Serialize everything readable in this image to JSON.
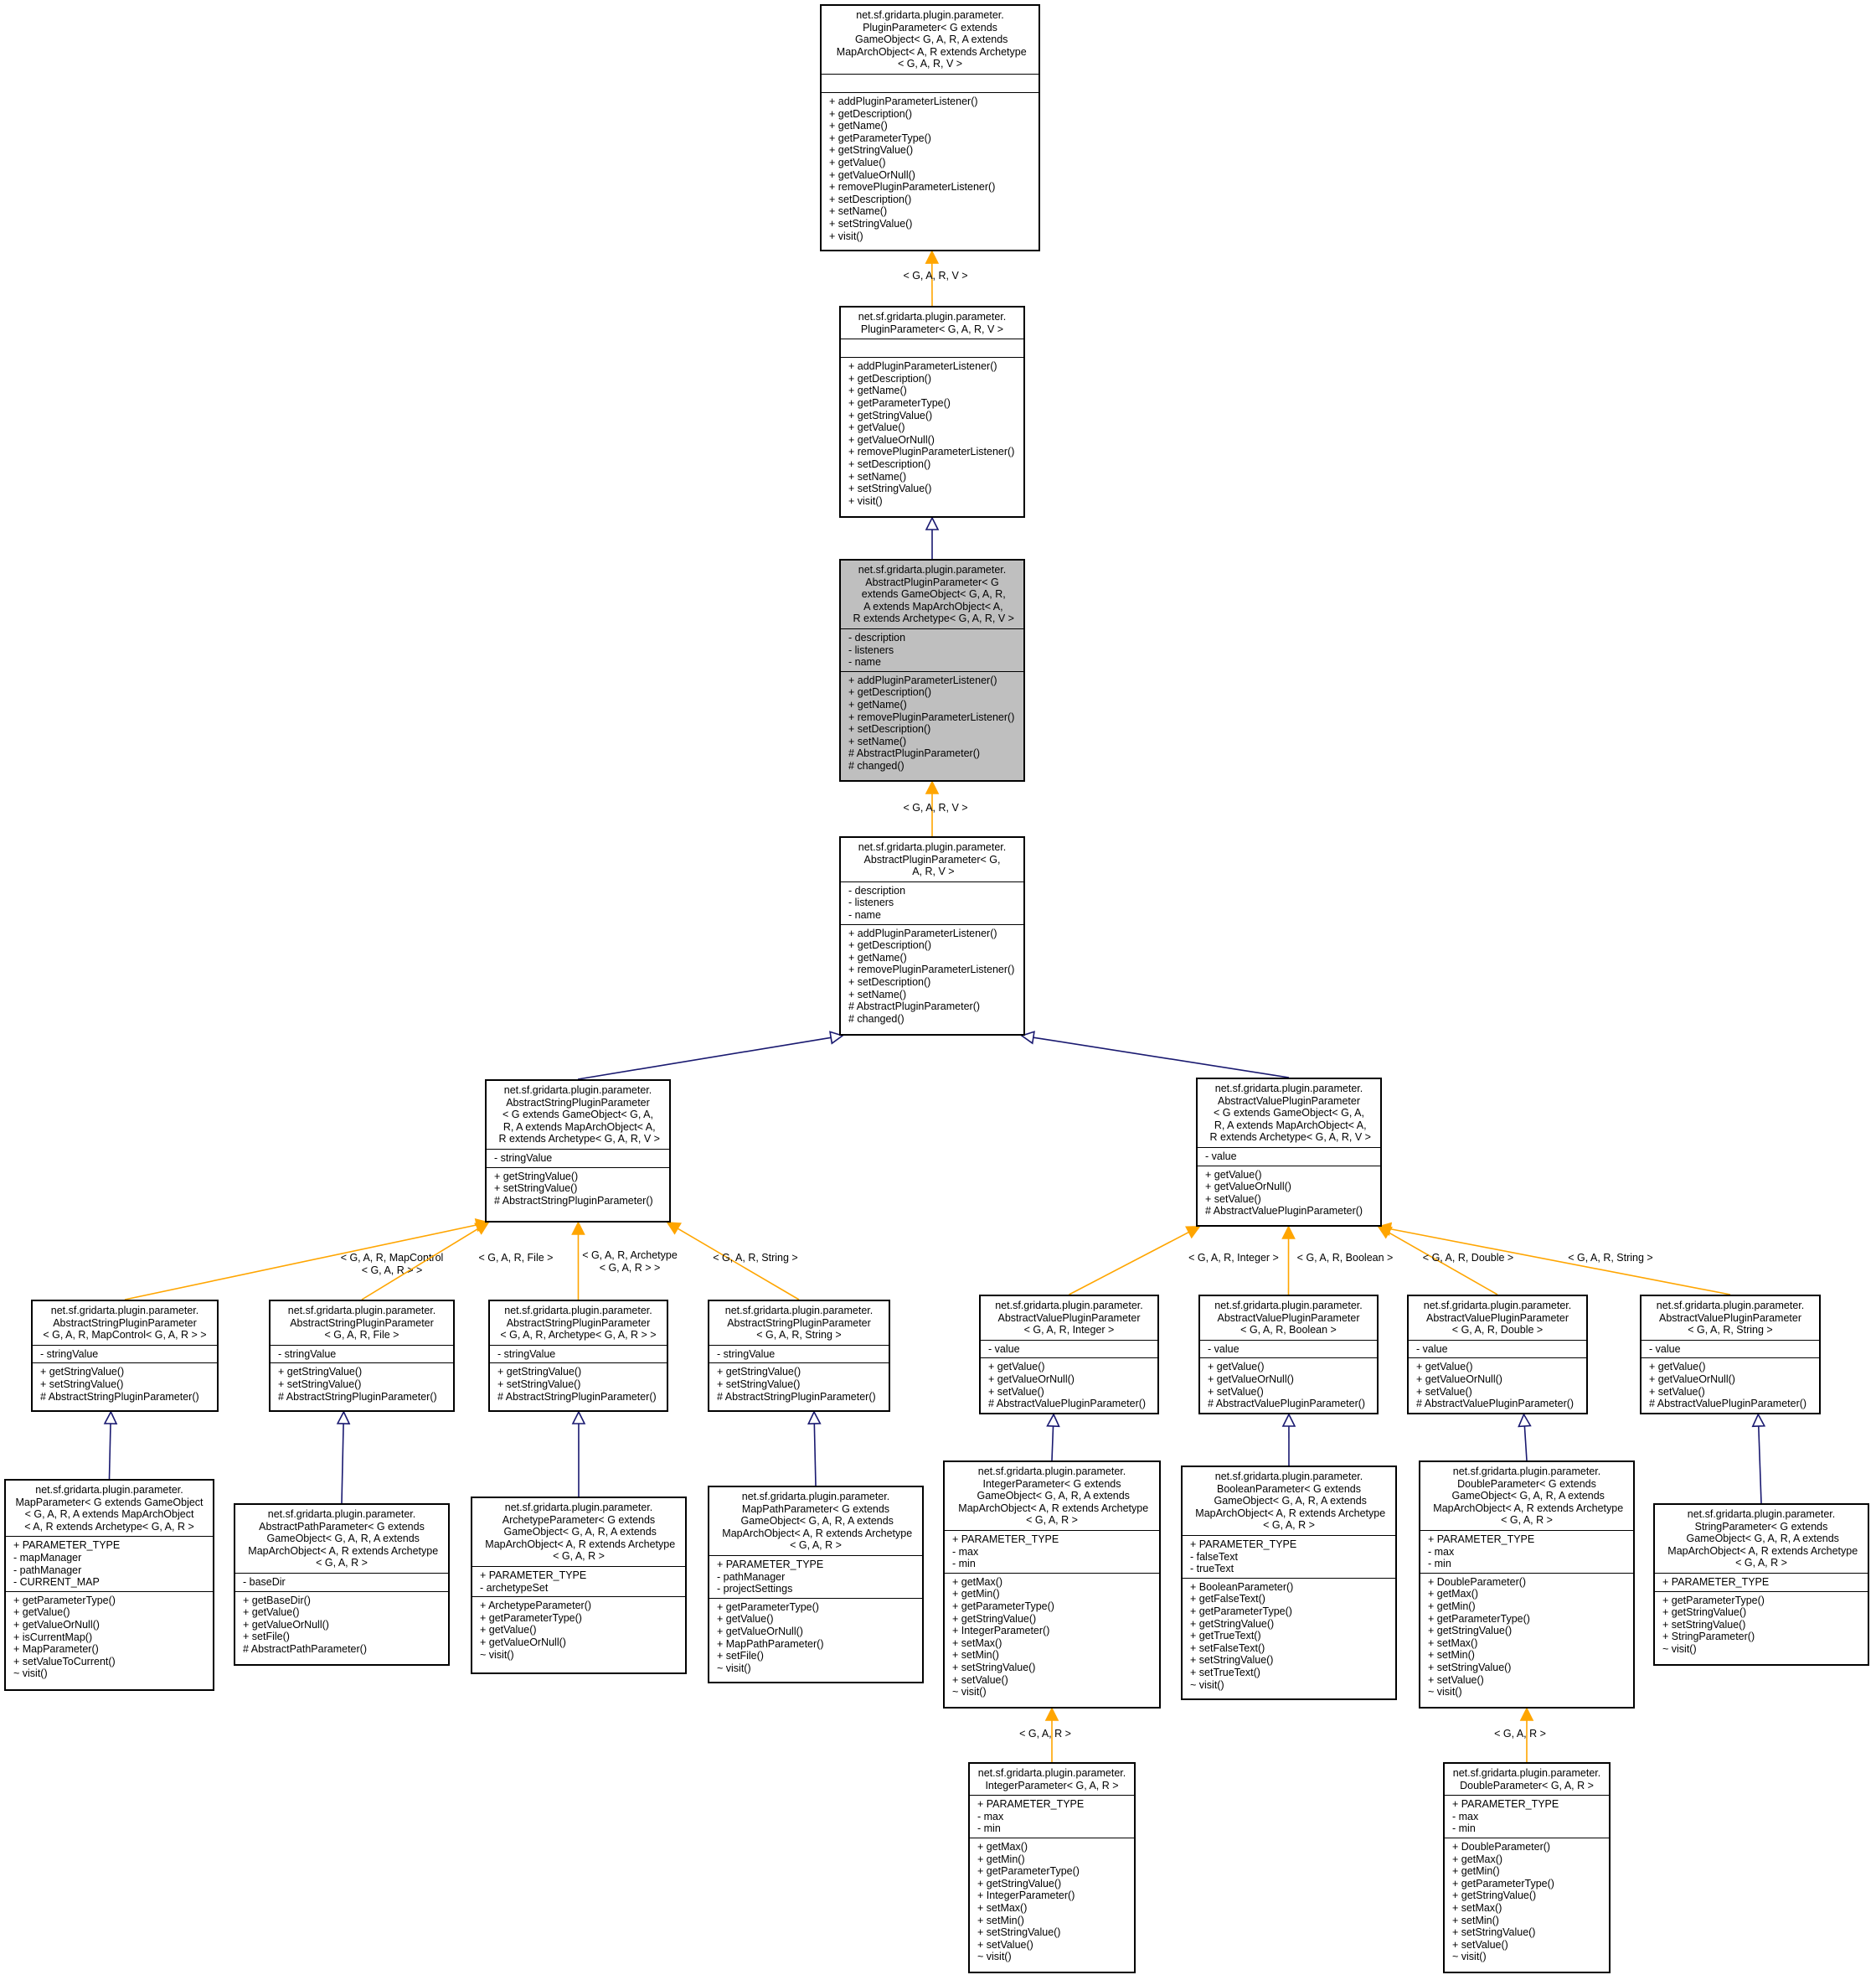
{
  "nodes": [
    {
      "id": "pp_full",
      "title": [
        "net.sf.gridarta.plugin.parameter.",
        "PluginParameter< G extends",
        " GameObject< G, A, R, A extends",
        " MapArchObject< A, R extends Archetype",
        "< G, A, R, V >"
      ],
      "attrs": [],
      "ops": [
        "+ addPluginParameterListener()",
        "+ getDescription()",
        "+ getName()",
        "+ getParameterType()",
        "+ getStringValue()",
        "+ getValue()",
        "+ getValueOrNull()",
        "+ removePluginParameterListener()",
        "+ setDescription()",
        "+ setName()",
        "+ setStringValue()",
        "+ visit()"
      ]
    },
    {
      "id": "pp",
      "title": [
        "net.sf.gridarta.plugin.parameter.",
        "PluginParameter< G, A, R, V >"
      ],
      "attrs": [],
      "ops": [
        "+ addPluginParameterListener()",
        "+ getDescription()",
        "+ getName()",
        "+ getParameterType()",
        "+ getStringValue()",
        "+ getValue()",
        "+ getValueOrNull()",
        "+ removePluginParameterListener()",
        "+ setDescription()",
        "+ setName()",
        "+ setStringValue()",
        "+ visit()"
      ]
    },
    {
      "id": "app_full",
      "highlight": true,
      "title": [
        "net.sf.gridarta.plugin.parameter.",
        "AbstractPluginParameter< G",
        " extends GameObject< G, A, R,",
        " A extends MapArchObject< A,",
        " R extends Archetype< G, A, R, V >"
      ],
      "attrs": [
        "- description",
        "- listeners",
        "- name"
      ],
      "ops": [
        "+ addPluginParameterListener()",
        "+ getDescription()",
        "+ getName()",
        "+ removePluginParameterListener()",
        "+ setDescription()",
        "+ setName()",
        "# AbstractPluginParameter()",
        "# changed()"
      ]
    },
    {
      "id": "app",
      "title": [
        "net.sf.gridarta.plugin.parameter.",
        "AbstractPluginParameter< G,",
        " A, R, V >"
      ],
      "attrs": [
        "- description",
        "- listeners",
        "- name"
      ],
      "ops": [
        "+ addPluginParameterListener()",
        "+ getDescription()",
        "+ getName()",
        "+ removePluginParameterListener()",
        "+ setDescription()",
        "+ setName()",
        "# AbstractPluginParameter()",
        "# changed()"
      ]
    },
    {
      "id": "aspp",
      "title": [
        "net.sf.gridarta.plugin.parameter.",
        "AbstractStringPluginParameter",
        "< G extends GameObject< G, A,",
        " R, A extends MapArchObject< A,",
        " R extends Archetype< G, A, R, V >"
      ],
      "attrs": [
        "- stringValue"
      ],
      "ops": [
        "+ getStringValue()",
        "+ setStringValue()",
        "# AbstractStringPluginParameter()"
      ]
    },
    {
      "id": "avpp",
      "title": [
        "net.sf.gridarta.plugin.parameter.",
        "AbstractValuePluginParameter",
        "< G extends GameObject< G, A,",
        " R, A extends MapArchObject< A,",
        " R extends Archetype< G, A, R, V >"
      ],
      "attrs": [
        "- value"
      ],
      "ops": [
        "+ getValue()",
        "+ getValueOrNull()",
        "+ setValue()",
        "# AbstractValuePluginParameter()"
      ]
    },
    {
      "id": "aspp_map",
      "title": [
        "net.sf.gridarta.plugin.parameter.",
        "AbstractStringPluginParameter",
        "< G, A, R, MapControl< G, A, R > >"
      ],
      "attrs": [
        "- stringValue"
      ],
      "ops": [
        "+ getStringValue()",
        "+ setStringValue()",
        "# AbstractStringPluginParameter()"
      ]
    },
    {
      "id": "aspp_file",
      "title": [
        "net.sf.gridarta.plugin.parameter.",
        "AbstractStringPluginParameter",
        "< G, A, R, File >"
      ],
      "attrs": [
        "- stringValue"
      ],
      "ops": [
        "+ getStringValue()",
        "+ setStringValue()",
        "# AbstractStringPluginParameter()"
      ]
    },
    {
      "id": "aspp_arch",
      "title": [
        "net.sf.gridarta.plugin.parameter.",
        "AbstractStringPluginParameter",
        "< G, A, R, Archetype< G, A, R > >"
      ],
      "attrs": [
        "- stringValue"
      ],
      "ops": [
        "+ getStringValue()",
        "+ setStringValue()",
        "# AbstractStringPluginParameter()"
      ]
    },
    {
      "id": "aspp_str",
      "title": [
        "net.sf.gridarta.plugin.parameter.",
        "AbstractStringPluginParameter",
        "< G, A, R, String >"
      ],
      "attrs": [
        "- stringValue"
      ],
      "ops": [
        "+ getStringValue()",
        "+ setStringValue()",
        "# AbstractStringPluginParameter()"
      ]
    },
    {
      "id": "avpp_int",
      "title": [
        "net.sf.gridarta.plugin.parameter.",
        "AbstractValuePluginParameter",
        "< G, A, R, Integer >"
      ],
      "attrs": [
        "- value"
      ],
      "ops": [
        "+ getValue()",
        "+ getValueOrNull()",
        "+ setValue()",
        "# AbstractValuePluginParameter()"
      ]
    },
    {
      "id": "avpp_bool",
      "title": [
        "net.sf.gridarta.plugin.parameter.",
        "AbstractValuePluginParameter",
        "< G, A, R, Boolean >"
      ],
      "attrs": [
        "- value"
      ],
      "ops": [
        "+ getValue()",
        "+ getValueOrNull()",
        "+ setValue()",
        "# AbstractValuePluginParameter()"
      ]
    },
    {
      "id": "avpp_dbl",
      "title": [
        "net.sf.gridarta.plugin.parameter.",
        "AbstractValuePluginParameter",
        "< G, A, R, Double >"
      ],
      "attrs": [
        "- value"
      ],
      "ops": [
        "+ getValue()",
        "+ getValueOrNull()",
        "+ setValue()",
        "# AbstractValuePluginParameter()"
      ]
    },
    {
      "id": "avpp_str",
      "title": [
        "net.sf.gridarta.plugin.parameter.",
        "AbstractValuePluginParameter",
        "< G, A, R, String >"
      ],
      "attrs": [
        "- value"
      ],
      "ops": [
        "+ getValue()",
        "+ getValueOrNull()",
        "+ setValue()",
        "# AbstractValuePluginParameter()"
      ]
    },
    {
      "id": "mapparam",
      "title": [
        "net.sf.gridarta.plugin.parameter.",
        "MapParameter< G extends GameObject",
        "< G, A, R, A extends MapArchObject",
        "< A, R extends Archetype< G, A, R >"
      ],
      "attrs": [
        "+ PARAMETER_TYPE",
        "- mapManager",
        "- pathManager",
        "- CURRENT_MAP"
      ],
      "ops": [
        "+ getParameterType()",
        "+ getValue()",
        "+ getValueOrNull()",
        "+ isCurrentMap()",
        "+ MapParameter()",
        "+ setValueToCurrent()",
        "~ visit()"
      ]
    },
    {
      "id": "abspath",
      "title": [
        "net.sf.gridarta.plugin.parameter.",
        "AbstractPathParameter< G extends",
        " GameObject< G, A, R, A extends",
        " MapArchObject< A, R extends Archetype",
        "< G, A, R >"
      ],
      "attrs": [
        "- baseDir"
      ],
      "ops": [
        "+ getBaseDir()",
        "+ getValue()",
        "+ getValueOrNull()",
        "+ setFile()",
        "# AbstractPathParameter()"
      ]
    },
    {
      "id": "archparam",
      "title": [
        "net.sf.gridarta.plugin.parameter.",
        "ArchetypeParameter< G extends",
        " GameObject< G, A, R, A extends",
        " MapArchObject< A, R extends Archetype",
        "< G, A, R >"
      ],
      "attrs": [
        "+ PARAMETER_TYPE",
        "- archetypeSet"
      ],
      "ops": [
        "+ ArchetypeParameter()",
        "+ getParameterType()",
        "+ getValue()",
        "+ getValueOrNull()",
        "~ visit()"
      ]
    },
    {
      "id": "mappath",
      "title": [
        "net.sf.gridarta.plugin.parameter.",
        "MapPathParameter< G extends",
        " GameObject< G, A, R, A extends",
        " MapArchObject< A, R extends Archetype",
        "< G, A, R >"
      ],
      "attrs": [
        "+ PARAMETER_TYPE",
        "- pathManager",
        "- projectSettings"
      ],
      "ops": [
        "+ getParameterType()",
        "+ getValue()",
        "+ getValueOrNull()",
        "+ MapPathParameter()",
        "+ setFile()",
        "~ visit()"
      ]
    },
    {
      "id": "intparam_full",
      "title": [
        "net.sf.gridarta.plugin.parameter.",
        "IntegerParameter< G extends",
        " GameObject< G, A, R, A extends",
        " MapArchObject< A, R extends Archetype",
        "< G, A, R >"
      ],
      "attrs": [
        "+ PARAMETER_TYPE",
        "- max",
        "- min"
      ],
      "ops": [
        "+ getMax()",
        "+ getMin()",
        "+ getParameterType()",
        "+ getStringValue()",
        "+ IntegerParameter()",
        "+ setMax()",
        "+ setMin()",
        "+ setStringValue()",
        "+ setValue()",
        "~ visit()"
      ]
    },
    {
      "id": "boolparam",
      "title": [
        "net.sf.gridarta.plugin.parameter.",
        "BooleanParameter< G extends",
        " GameObject< G, A, R, A extends",
        " MapArchObject< A, R extends Archetype",
        "< G, A, R >"
      ],
      "attrs": [
        "+ PARAMETER_TYPE",
        "- falseText",
        "- trueText"
      ],
      "ops": [
        "+ BooleanParameter()",
        "+ getFalseText()",
        "+ getParameterType()",
        "+ getStringValue()",
        "+ getTrueText()",
        "+ setFalseText()",
        "+ setStringValue()",
        "+ setTrueText()",
        "~ visit()"
      ]
    },
    {
      "id": "dblparam_full",
      "title": [
        "net.sf.gridarta.plugin.parameter.",
        "DoubleParameter< G extends",
        " GameObject< G, A, R, A extends",
        " MapArchObject< A, R extends Archetype",
        "< G, A, R >"
      ],
      "attrs": [
        "+ PARAMETER_TYPE",
        "- max",
        "- min"
      ],
      "ops": [
        "+ DoubleParameter()",
        "+ getMax()",
        "+ getMin()",
        "+ getParameterType()",
        "+ getStringValue()",
        "+ setMax()",
        "+ setMin()",
        "+ setStringValue()",
        "+ setValue()",
        "~ visit()"
      ]
    },
    {
      "id": "strparam",
      "title": [
        "net.sf.gridarta.plugin.parameter.",
        "StringParameter< G extends",
        " GameObject< G, A, R, A extends",
        " MapArchObject< A, R extends Archetype",
        "< G, A, R >"
      ],
      "attrs": [
        "+ PARAMETER_TYPE"
      ],
      "ops": [
        "+ getParameterType()",
        "+ getStringValue()",
        "+ setStringValue()",
        "+ StringParameter()",
        "~ visit()"
      ]
    },
    {
      "id": "intparam",
      "title": [
        "net.sf.gridarta.plugin.parameter.",
        "IntegerParameter< G, A, R >"
      ],
      "attrs": [
        "+ PARAMETER_TYPE",
        "- max",
        "- min"
      ],
      "ops": [
        "+ getMax()",
        "+ getMin()",
        "+ getParameterType()",
        "+ getStringValue()",
        "+ IntegerParameter()",
        "+ setMax()",
        "+ setMin()",
        "+ setStringValue()",
        "+ setValue()",
        "~ visit()"
      ]
    },
    {
      "id": "dblparam",
      "title": [
        "net.sf.gridarta.plugin.parameter.",
        "DoubleParameter< G, A, R >"
      ],
      "attrs": [
        "+ PARAMETER_TYPE",
        "- max",
        "- min"
      ],
      "ops": [
        "+ DoubleParameter()",
        "+ getMax()",
        "+ getMin()",
        "+ getParameterType()",
        "+ getStringValue()",
        "+ setMax()",
        "+ setMin()",
        "+ setStringValue()",
        "+ setValue()",
        "~ visit()"
      ]
    }
  ],
  "edges": [
    {
      "from": "pp",
      "to": "pp_full",
      "kind": "template",
      "label": [
        "< G, A, R, V >"
      ]
    },
    {
      "from": "app_full",
      "to": "pp",
      "kind": "inherit",
      "label": []
    },
    {
      "from": "app",
      "to": "app_full",
      "kind": "template",
      "label": [
        "< G, A, R, V >"
      ]
    },
    {
      "from": "aspp",
      "to": "app",
      "kind": "inherit",
      "label": []
    },
    {
      "from": "avpp",
      "to": "app",
      "kind": "inherit",
      "label": []
    },
    {
      "from": "aspp_map",
      "to": "aspp",
      "kind": "template",
      "label": [
        "< G, A, R, MapControl",
        "< G, A, R > >"
      ]
    },
    {
      "from": "aspp_file",
      "to": "aspp",
      "kind": "template",
      "label": [
        "< G, A, R, File >"
      ]
    },
    {
      "from": "aspp_arch",
      "to": "aspp",
      "kind": "template",
      "label": [
        "< G, A, R, Archetype",
        "< G, A, R > >"
      ]
    },
    {
      "from": "aspp_str",
      "to": "aspp",
      "kind": "template",
      "label": [
        "< G, A, R, String >"
      ]
    },
    {
      "from": "avpp_int",
      "to": "avpp",
      "kind": "template",
      "label": [
        "< G, A, R, Integer >"
      ]
    },
    {
      "from": "avpp_bool",
      "to": "avpp",
      "kind": "template",
      "label": [
        "< G, A, R, Boolean >"
      ]
    },
    {
      "from": "avpp_dbl",
      "to": "avpp",
      "kind": "template",
      "label": [
        "< G, A, R, Double >"
      ]
    },
    {
      "from": "avpp_str",
      "to": "avpp",
      "kind": "template",
      "label": [
        "< G, A, R, String >"
      ]
    },
    {
      "from": "mapparam",
      "to": "aspp_map",
      "kind": "inherit",
      "label": []
    },
    {
      "from": "abspath",
      "to": "aspp_file",
      "kind": "inherit",
      "label": []
    },
    {
      "from": "archparam",
      "to": "aspp_arch",
      "kind": "inherit",
      "label": []
    },
    {
      "from": "mappath",
      "to": "aspp_str",
      "kind": "inherit",
      "label": []
    },
    {
      "from": "intparam_full",
      "to": "avpp_int",
      "kind": "inherit",
      "label": []
    },
    {
      "from": "boolparam",
      "to": "avpp_bool",
      "kind": "inherit",
      "label": []
    },
    {
      "from": "dblparam_full",
      "to": "avpp_dbl",
      "kind": "inherit",
      "label": []
    },
    {
      "from": "strparam",
      "to": "avpp_str",
      "kind": "inherit",
      "label": []
    },
    {
      "from": "intparam",
      "to": "intparam_full",
      "kind": "template",
      "label": [
        "< G, A, R >"
      ]
    },
    {
      "from": "dblparam",
      "to": "dblparam_full",
      "kind": "template",
      "label": [
        "< G, A, R >"
      ]
    }
  ],
  "colors": {
    "template_edge": "#ffa500",
    "inherit_edge": "#191970",
    "highlight_fill": "#bfbfbf",
    "box_border": "#000000"
  }
}
